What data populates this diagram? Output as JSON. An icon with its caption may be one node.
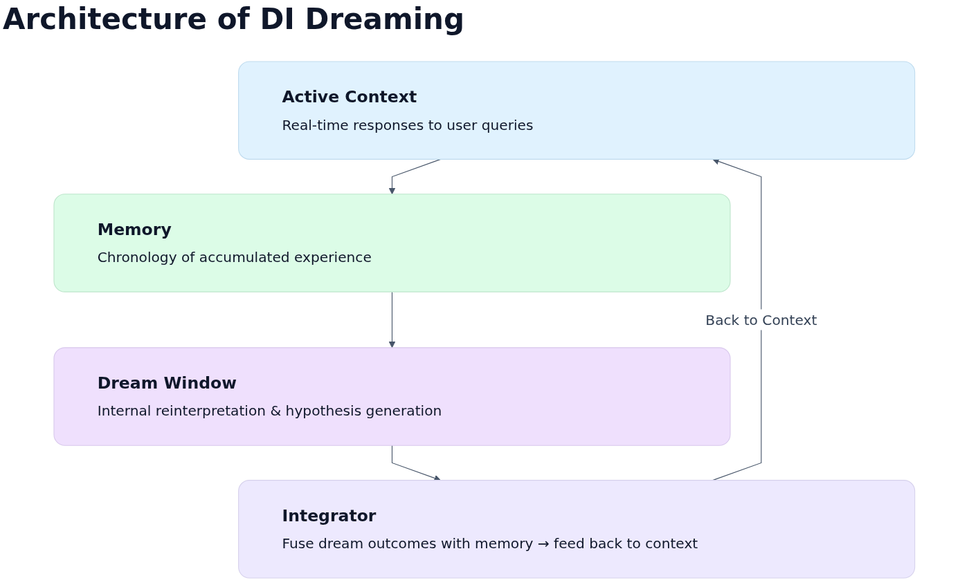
{
  "diagram": {
    "title": "Architecture of DI Dreaming",
    "nodes": [
      {
        "text": [
          "Active Context",
          "Real-time responses to user queries"
        ]
      },
      {
        "text": [
          "Memory",
          "Chronology of accumulated experience"
        ]
      },
      {
        "text": [
          "Dream Window",
          "Internal reinterpretation & hypothesis generation"
        ]
      },
      {
        "text": [
          "Integrator",
          "Fuse dream outcomes with memory → feed back to context"
        ]
      }
    ],
    "edges": [
      {
        "from": 0,
        "to": 1,
        "arrow": "to"
      },
      {
        "from": 1,
        "to": 2,
        "arrow": "to"
      },
      {
        "from": 2,
        "to": 3,
        "arrow": "to"
      },
      {
        "from": 3,
        "to": 0,
        "arrow": "to",
        "label": "Back to Context"
      }
    ]
  }
}
